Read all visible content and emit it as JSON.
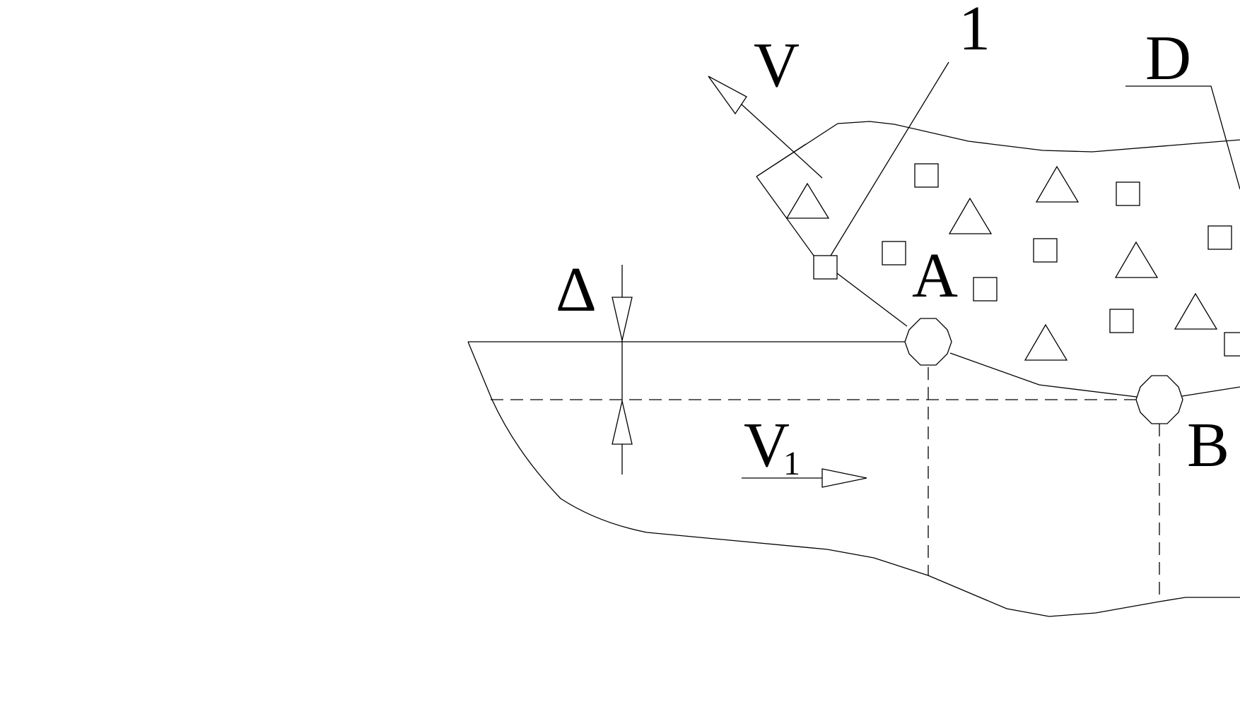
{
  "labels": {
    "velocity": "V",
    "pointer_one": "1",
    "region": "D",
    "delta": "Δ",
    "point_a": "A",
    "point_b": "B",
    "velocity_sub_main": "V",
    "velocity_sub_index": "1"
  },
  "colors": {
    "stroke": "#000000",
    "background": "#ffffff"
  }
}
